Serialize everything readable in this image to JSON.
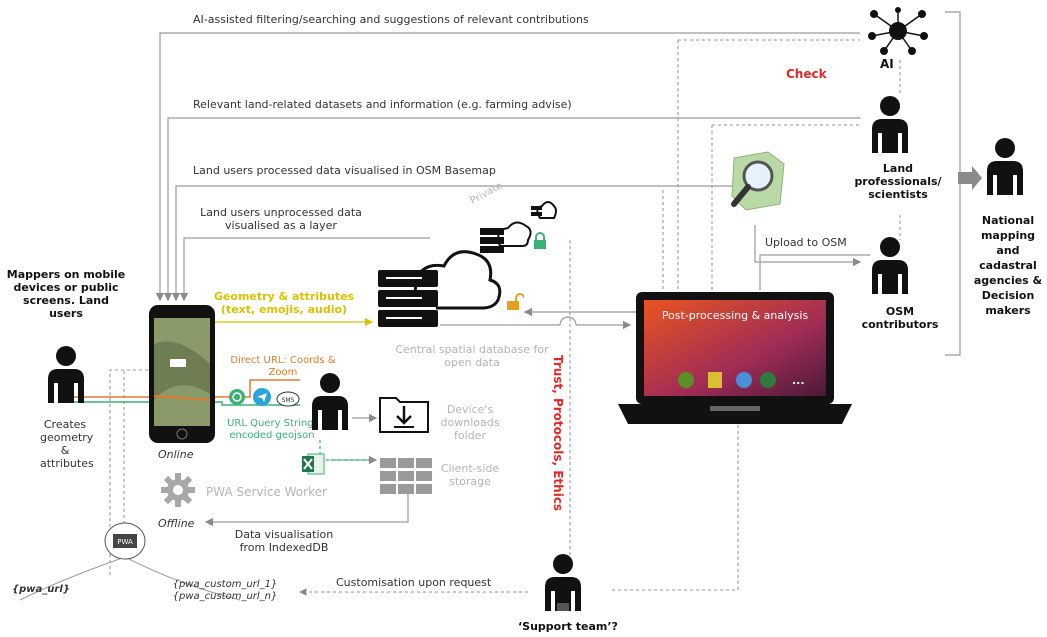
{
  "colors": {
    "line": "#9a9a9a",
    "yellow": "#d9c200",
    "orange": "#e07a2e",
    "green": "#3bb273",
    "red": "#e32626",
    "gray_text": "#b5b5b5"
  },
  "feedback_lines": {
    "ai": "AI-assisted filtering/searching and suggestions of relevant contributions",
    "datasets": "Relevant land-related datasets  and information (e.g. farming advise)",
    "basemap": "Land users processed data visualised  in OSM Basemap",
    "unprocessed": "Land users unprocessed data visualised as a layer"
  },
  "actors": {
    "ai": "AI",
    "check": "Check",
    "land_professionals": "Land professionals/ scientists",
    "osm_contributors": "OSM contributors",
    "national": "National mapping and cadastral agencies & Decision makers",
    "mappers": "Mappers on mobile devices or public screens. Land users",
    "creates": "Creates geometry & attributes",
    "support": "‘Support team’?"
  },
  "flows": {
    "geometry": "Geometry & attributes (text, emojis, audio)",
    "direct_url": "Direct URL: Coords & Zoom",
    "url_query": "URL Query String: encoded geojson",
    "upload_osm": "Upload to OSM",
    "data_vis": "Data visualisation from IndexedDB",
    "customisation": "Customisation upon request"
  },
  "storage": {
    "private": "Private",
    "central": "Central spatial database for open data",
    "downloads": "Device's downloads folder",
    "client": "Client-side storage",
    "pwa": "PWA  Service Worker"
  },
  "device": {
    "online": "Online",
    "offline": "Offline",
    "laptop_title": "Post-processing & analysis",
    "more": "..."
  },
  "trust": "Trust, Protocols, Ethics",
  "urls": {
    "pwa_url": "{pwa_url}",
    "custom": "{pwa_custom_url_1} {pwa_custom_url_n}"
  }
}
